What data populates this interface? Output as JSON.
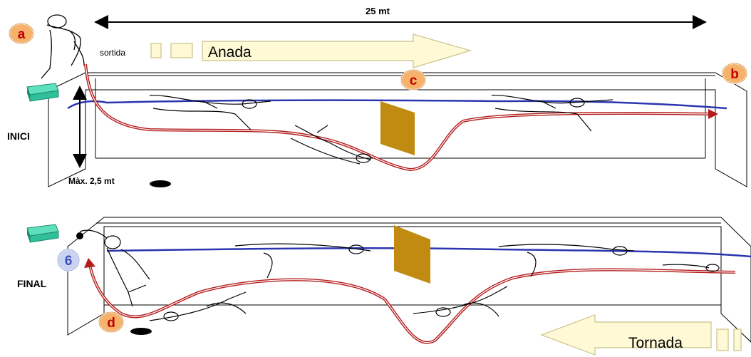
{
  "distance_label": "25 mt",
  "start_label": "sortida",
  "outbound_label": "Anada",
  "return_label": "Tornada",
  "start_section_label": "INICI",
  "finish_section_label": "FINAL",
  "depth_label": "Màx. 2,5 mt",
  "markers": {
    "a": "a",
    "b": "b",
    "c": "c",
    "d": "d",
    "six": "6"
  },
  "colors": {
    "marker_fill": "#f6b26b",
    "marker_text": "#c00000",
    "six_fill": "#c9d2f0",
    "six_text": "#3b4fb8",
    "arrow_fill": "#fff9d6",
    "arrow_stroke": "#c8c28a",
    "water_line": "#2a35b0",
    "swim_path": "#b41c1c",
    "block": "#2fbf9a",
    "flag": "#c18a10"
  }
}
